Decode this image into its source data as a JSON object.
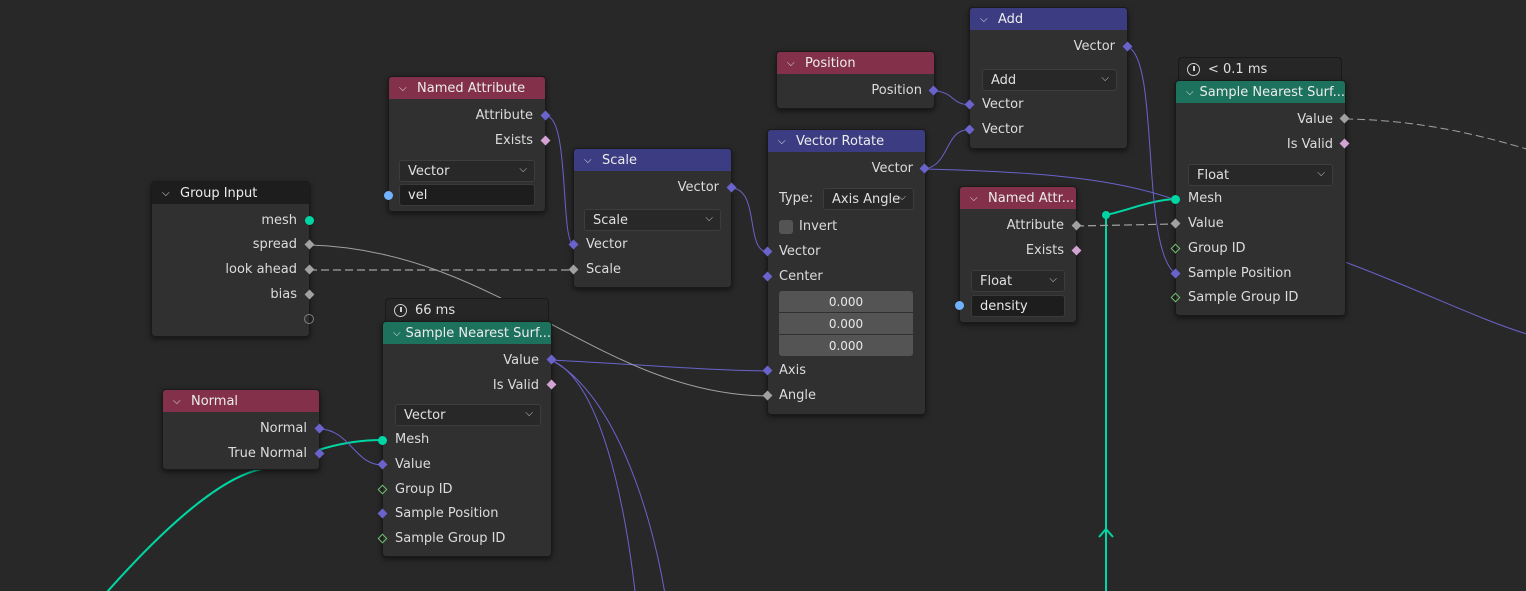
{
  "group_input": {
    "title": "Group Input",
    "outputs": [
      "mesh",
      "spread",
      "look ahead",
      "bias"
    ]
  },
  "named_attr_1": {
    "title": "Named Attribute",
    "outputs": [
      "Attribute",
      "Exists"
    ],
    "type": "Vector",
    "name_value": "vel"
  },
  "scale": {
    "title": "Scale",
    "output": "Vector",
    "operation": "Scale",
    "inputs": [
      "Vector",
      "Scale"
    ]
  },
  "position": {
    "title": "Position",
    "output": "Position"
  },
  "add": {
    "title": "Add",
    "output": "Vector",
    "operation": "Add",
    "inputs": [
      "Vector",
      "Vector"
    ]
  },
  "vector_rotate": {
    "title": "Vector Rotate",
    "output": "Vector",
    "type_label": "Type:",
    "type_value": "Axis Angle",
    "invert_label": "Invert",
    "inputs": [
      "Vector",
      "Center"
    ],
    "center_values": [
      "0.000",
      "0.000",
      "0.000"
    ],
    "inputs2": [
      "Axis",
      "Angle"
    ]
  },
  "named_attr_2": {
    "title": "Named Attr...",
    "outputs": [
      "Attribute",
      "Exists"
    ],
    "type": "Float",
    "name_value": "density"
  },
  "sample_1": {
    "timer": "66 ms",
    "title": "Sample Nearest Surf...",
    "outputs": [
      "Value",
      "Is Valid"
    ],
    "type": "Vector",
    "inputs": [
      "Mesh",
      "Value",
      "Group ID",
      "Sample Position",
      "Sample Group ID"
    ]
  },
  "sample_2": {
    "timer": "< 0.1 ms",
    "title": "Sample Nearest Surf...",
    "outputs": [
      "Value",
      "Is Valid"
    ],
    "type": "Float",
    "inputs": [
      "Mesh",
      "Value",
      "Group ID",
      "Sample Position",
      "Sample Group ID"
    ]
  },
  "normal": {
    "title": "Normal",
    "outputs": [
      "Normal",
      "True Normal"
    ]
  },
  "colors": {
    "background": "#282828",
    "attribute_header": "#83314a",
    "vector_header": "#3c3c83",
    "geometry_header": "#1d725e",
    "geometry_socket": "#00d6a3",
    "vector_socket": "#6a63cc"
  }
}
